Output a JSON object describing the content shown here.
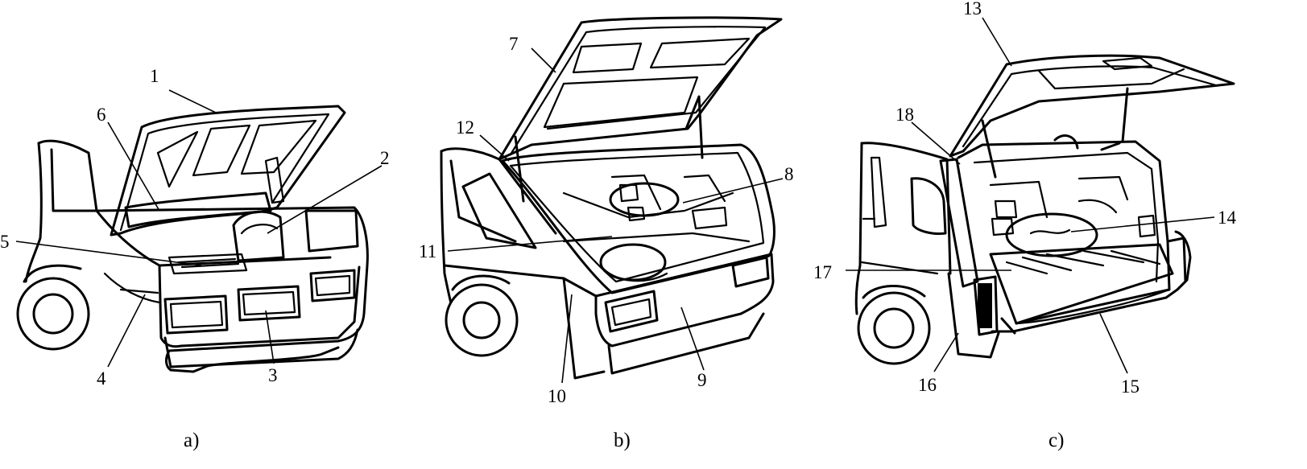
{
  "panels": [
    {
      "caption": "a)",
      "callouts": [
        "1",
        "2",
        "3",
        "4",
        "5",
        "6"
      ]
    },
    {
      "caption": "b)",
      "callouts": [
        "7",
        "8",
        "9",
        "10",
        "11",
        "12"
      ]
    },
    {
      "caption": "c)",
      "callouts": [
        "13",
        "14",
        "15",
        "16",
        "17",
        "18"
      ]
    }
  ]
}
